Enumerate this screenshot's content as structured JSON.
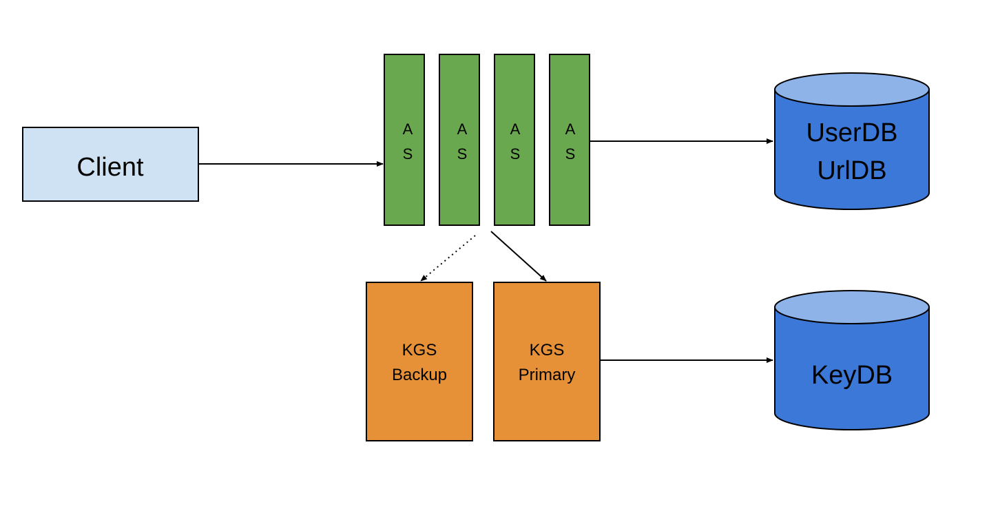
{
  "nodes": {
    "client": {
      "label": "Client"
    },
    "app_servers": [
      {
        "line1": "A",
        "line2": "S"
      },
      {
        "line1": "A",
        "line2": "S"
      },
      {
        "line1": "A",
        "line2": "S"
      },
      {
        "line1": "A",
        "line2": "S"
      }
    ],
    "user_url_db": {
      "line1": "UserDB",
      "line2": "UrlDB"
    },
    "kgs_backup": {
      "line1": "KGS",
      "line2": "Backup"
    },
    "kgs_primary": {
      "line1": "KGS",
      "line2": "Primary"
    },
    "key_db": {
      "label": "KeyDB"
    }
  },
  "edges": [
    {
      "from": "client",
      "to": "app_servers",
      "style": "solid"
    },
    {
      "from": "app_servers",
      "to": "user_url_db",
      "style": "solid"
    },
    {
      "from": "app_servers",
      "to": "kgs_backup",
      "style": "dotted"
    },
    {
      "from": "app_servers",
      "to": "kgs_primary",
      "style": "solid"
    },
    {
      "from": "kgs_primary",
      "to": "key_db",
      "style": "solid"
    }
  ],
  "colors": {
    "client_fill": "#cfe2f3",
    "app_server_fill": "#6aa84f",
    "kgs_fill": "#e69138",
    "db_body": "#3c78d8",
    "db_top": "#8db3e8",
    "stroke": "#000000"
  }
}
